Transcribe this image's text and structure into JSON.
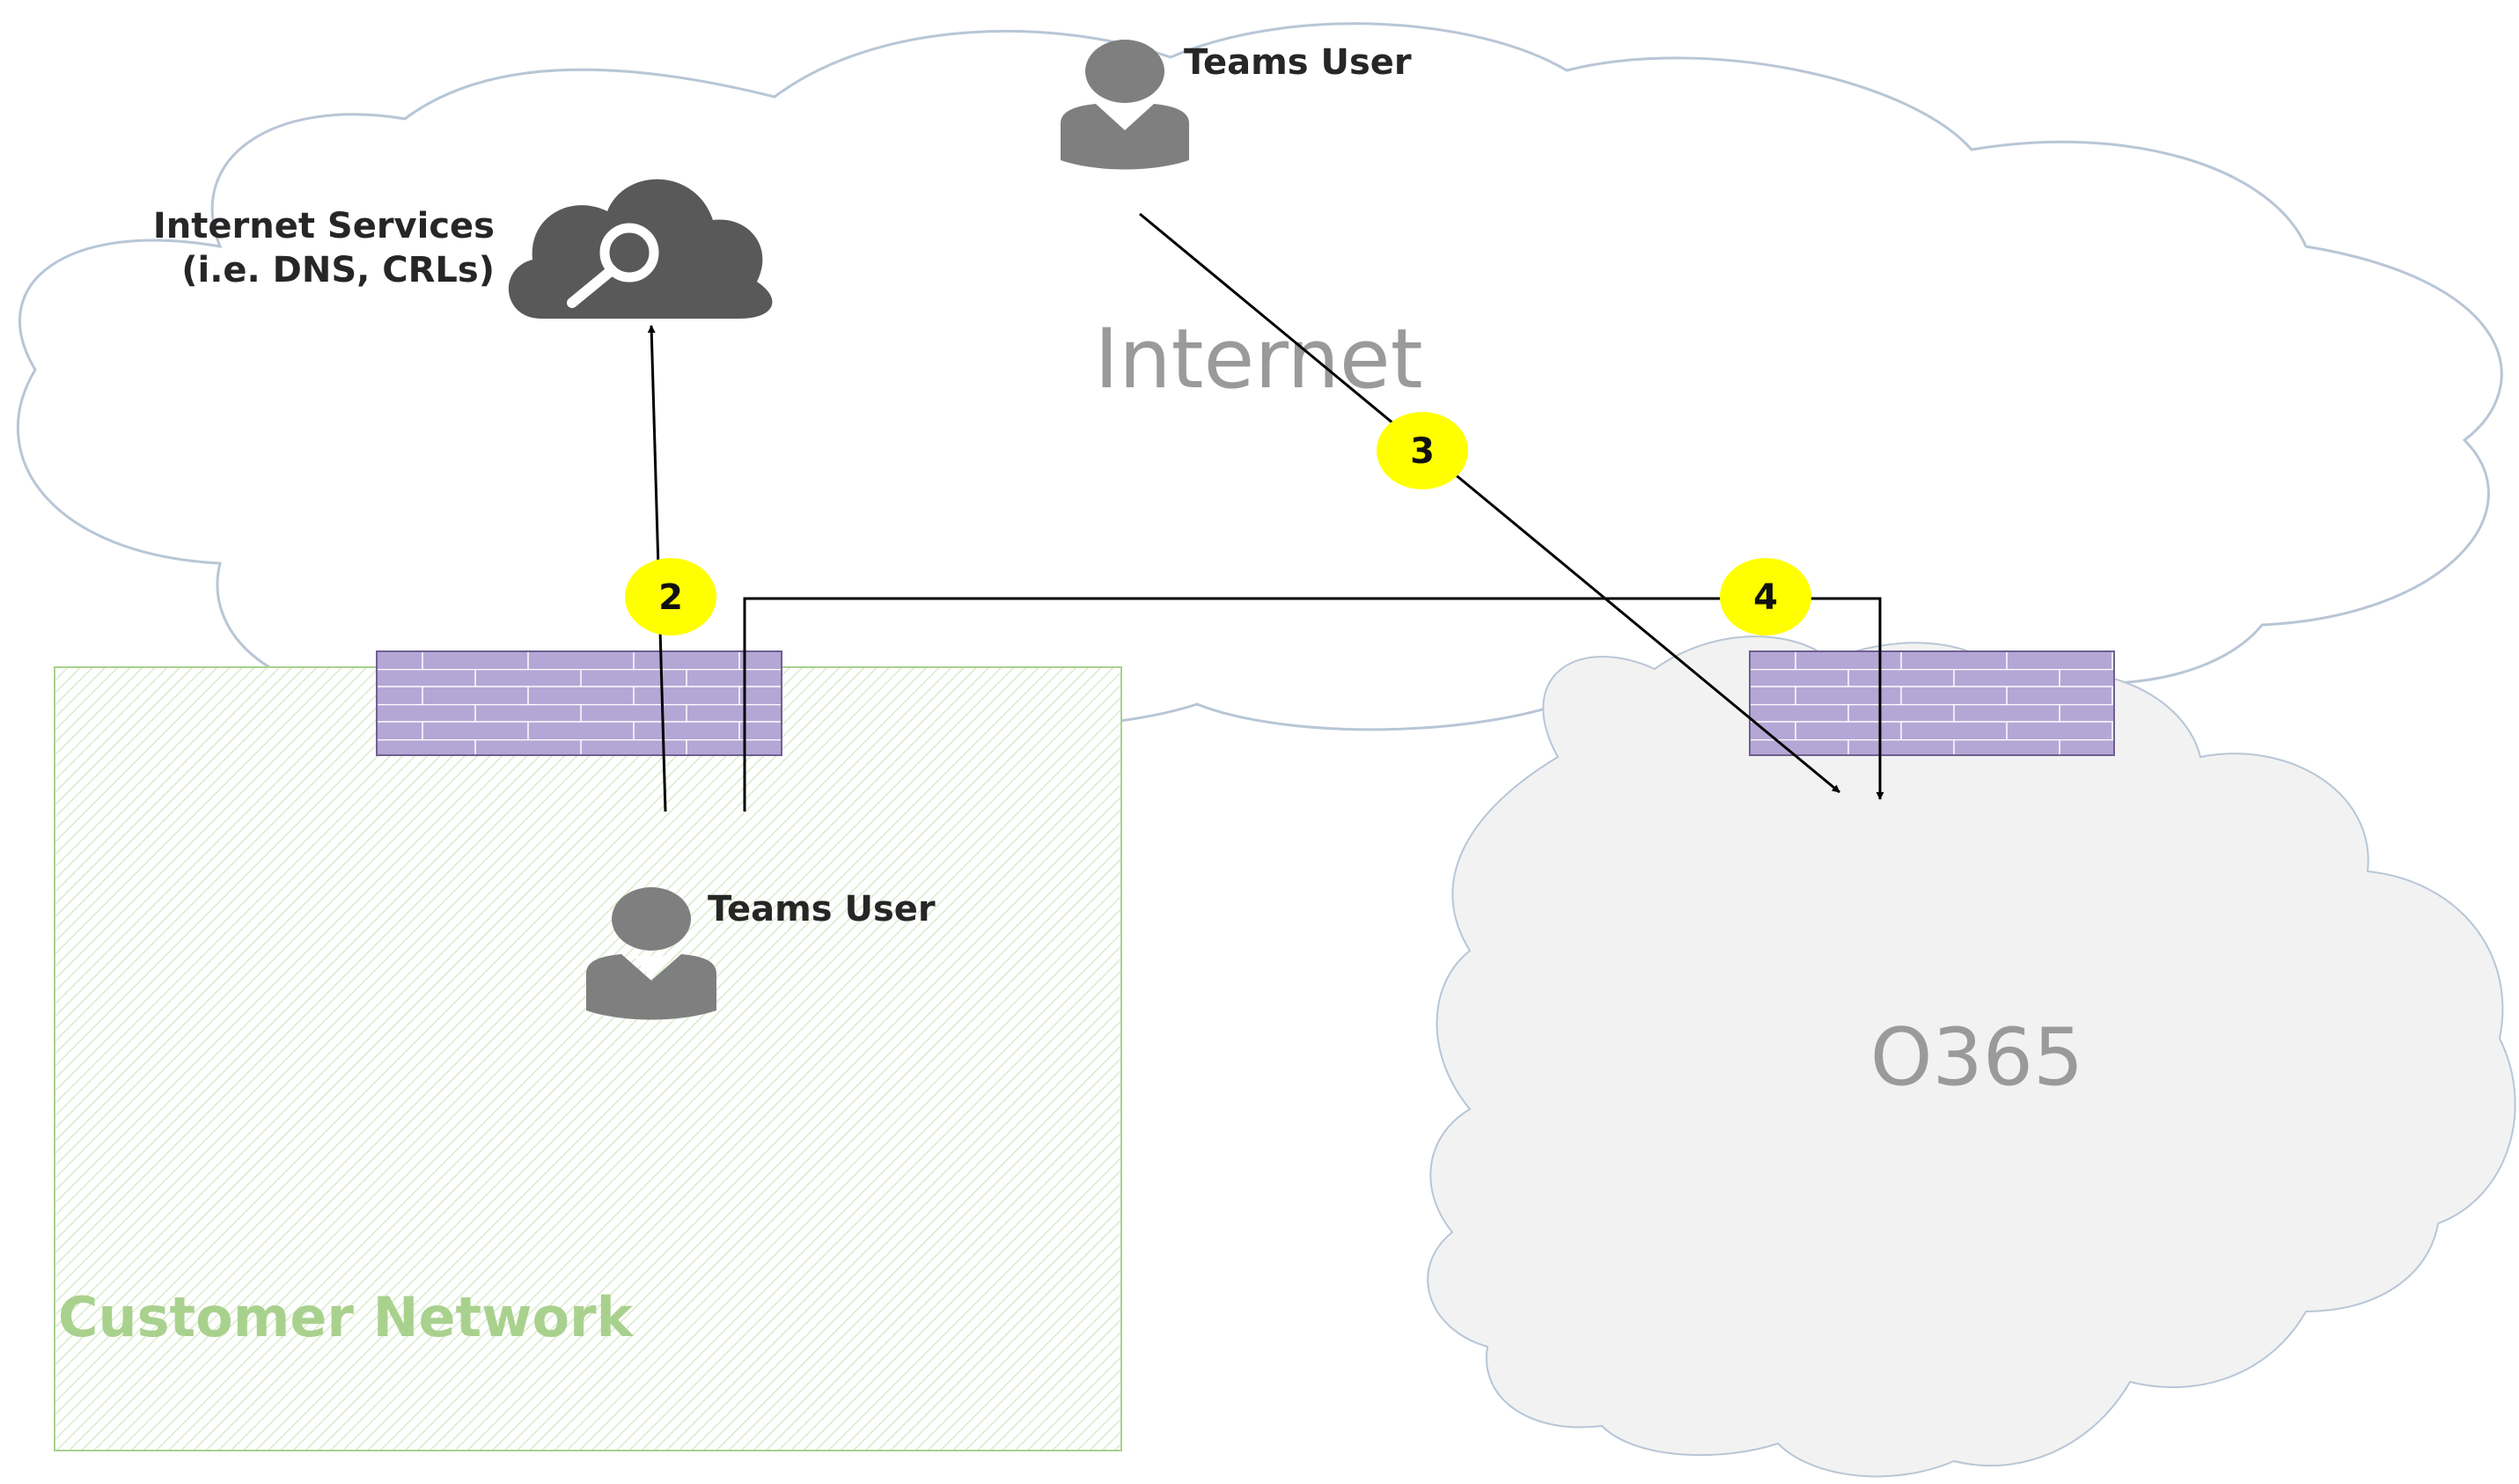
{
  "labels": {
    "internet": "Internet",
    "o365": "O365",
    "customer_network": "Customer Network",
    "internet_services_line1": "Internet Services",
    "internet_services_line2": "(i.e. DNS, CRLs)",
    "teams_user_internet": "Teams User",
    "teams_user_customer": "Teams User"
  },
  "steps": {
    "step_2": "2",
    "step_3": "3",
    "step_4": "4"
  },
  "icons": {
    "internet_services": "cloud-search-icon",
    "teams_user": "user-icon",
    "firewall": "firewall-icon"
  },
  "colors": {
    "internet_cloud_stroke": "#b8c6d6",
    "o365_cloud_fill": "#f2f2f2",
    "customer_network_stroke": "#a9d18e",
    "customer_network_text": "#a9d18e",
    "firewall_fill": "#b4a7d6",
    "step_badge_fill": "#ffff00",
    "icon_gray": "#7f7f7f"
  }
}
